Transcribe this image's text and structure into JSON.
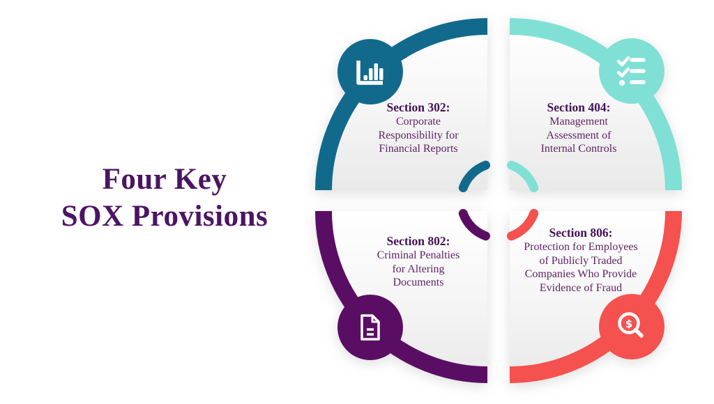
{
  "title": {
    "lines": [
      "Four Key",
      "SOX Provisions"
    ]
  },
  "sections": [
    {
      "heading": "Section 302:",
      "body_lines": [
        "Corporate",
        "Responsibility for",
        "Financial Reports"
      ],
      "color": "#116a8c",
      "icon": "bar-chart"
    },
    {
      "heading": "Section 404:",
      "body_lines": [
        "Management",
        "Assessment of",
        "Internal Controls"
      ],
      "color": "#80e0d5",
      "icon": "checklist"
    },
    {
      "heading": "Section 802:",
      "body_lines": [
        "Criminal Penalties",
        "for Altering",
        "Documents"
      ],
      "color": "#5a0e63",
      "icon": "document"
    },
    {
      "heading": "Section 806:",
      "body_lines": [
        "Protection for Employees",
        "of Publicly Traded",
        "Companies Who Provide",
        "Evidence of Fraud"
      ],
      "color": "#f4514f",
      "icon": "search-dollar"
    }
  ],
  "icons": {
    "dollar_glyph": "$"
  },
  "colors": {
    "title_text": "#4b1563",
    "heading_text": "#451256",
    "body_text": "#5f2364",
    "icon_glyph": "#ffffff",
    "background": "#ffffff",
    "quadrant_fill_top": "#ffffff",
    "quadrant_fill_bottom": "#e9e9e9"
  }
}
